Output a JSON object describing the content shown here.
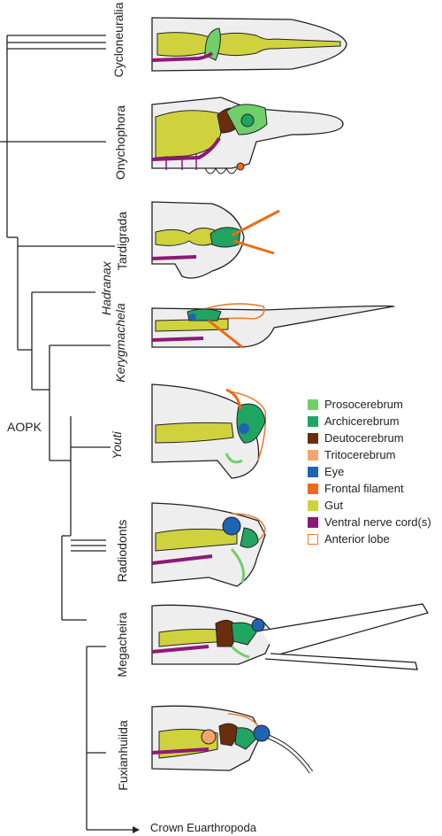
{
  "taxa": [
    {
      "key": "cycloneuralia",
      "label": "Cycloneuralia",
      "italic": false
    },
    {
      "key": "onychophora",
      "label": "Onychophora",
      "italic": false
    },
    {
      "key": "tardigrada",
      "label": "Tardigrada",
      "italic": false
    },
    {
      "key": "hadranax",
      "label": "Hadranax",
      "italic": true
    },
    {
      "key": "kerygmachela",
      "label": "Kerygmachela",
      "italic": true
    },
    {
      "key": "youti",
      "label": "Youti",
      "italic": true
    },
    {
      "key": "radiodonts",
      "label": "Radiodonts",
      "italic": false
    },
    {
      "key": "megacheira",
      "label": "Megacheira",
      "italic": false
    },
    {
      "key": "fuxianhuiida",
      "label": "Fuxianhuiida",
      "italic": false
    }
  ],
  "node_label": "AOPK",
  "crown_label": "Crown Euarthropoda",
  "legend": [
    {
      "label": "Prosocerebrum",
      "color": "#6fcf6a",
      "style": "fill"
    },
    {
      "label": "Archicerebrum",
      "color": "#1fa461",
      "style": "fill"
    },
    {
      "label": "Deutocerebrum",
      "color": "#6b2e0c",
      "style": "fill"
    },
    {
      "label": "Tritocerebrum",
      "color": "#f5a46c",
      "style": "fill"
    },
    {
      "label": "Eye",
      "color": "#1f63b3",
      "style": "fill"
    },
    {
      "label": "Frontal filament",
      "color": "#f06a15",
      "style": "fill"
    },
    {
      "label": "Gut",
      "color": "#cfd23d",
      "style": "fill"
    },
    {
      "label": "Ventral nerve cord(s)",
      "color": "#8e1877",
      "style": "fill"
    },
    {
      "label": "Anterior lobe",
      "color": "#ec7e2e",
      "style": "outline"
    }
  ],
  "colors": {
    "body": "#eeeeee",
    "outline": "#222222",
    "tree": "#222222"
  }
}
